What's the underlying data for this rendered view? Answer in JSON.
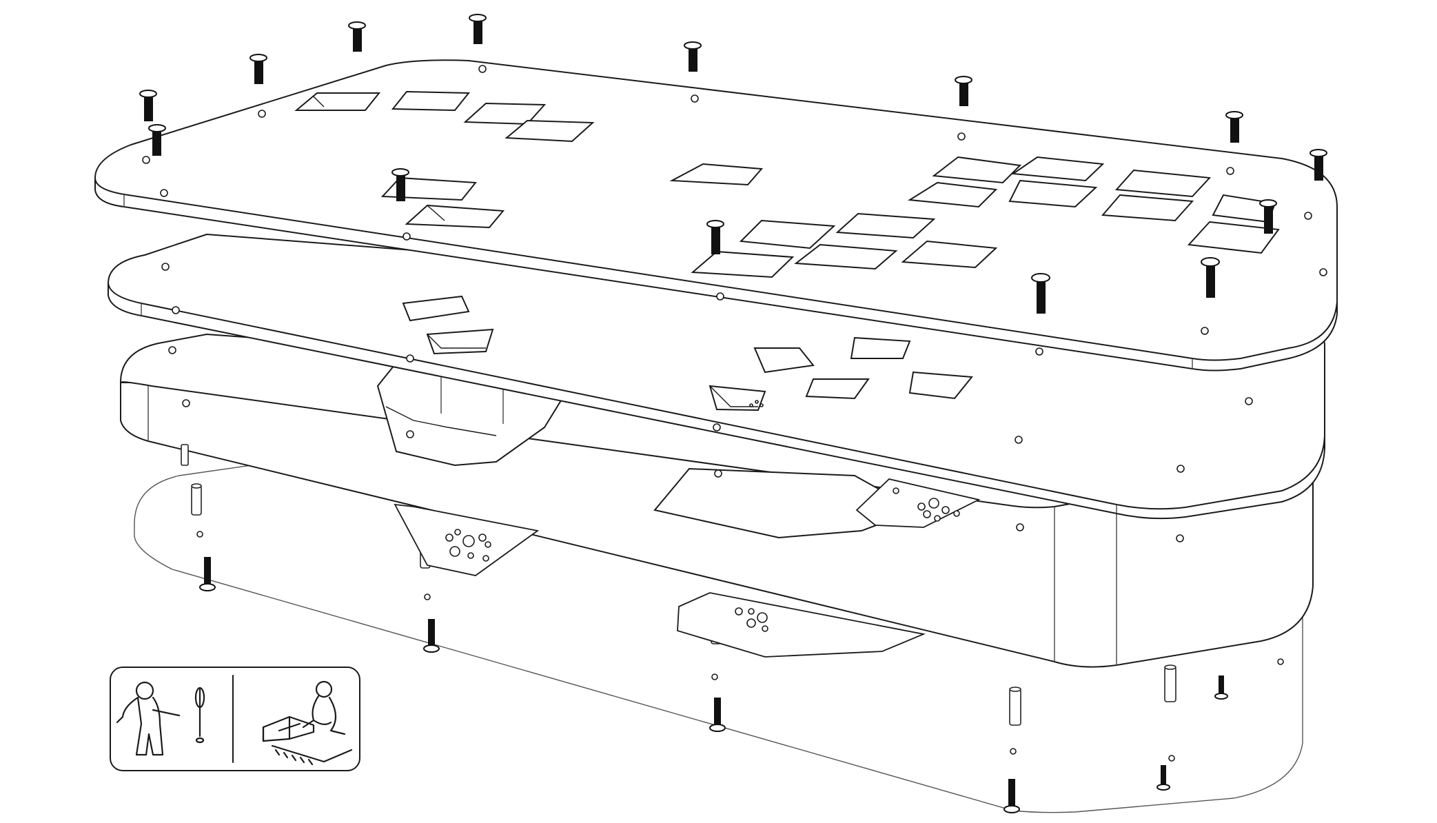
{
  "diagram": {
    "kind": "exploded-assembly",
    "layers": [
      "top-plate",
      "second-plate",
      "frame",
      "bottom-plate"
    ],
    "icons": [
      "person-with-screwdriver-icon",
      "person-at-workbench-icon"
    ],
    "colors": {
      "ink": "#1a1a1a",
      "paper": "#ffffff",
      "screw": "#111111"
    }
  }
}
